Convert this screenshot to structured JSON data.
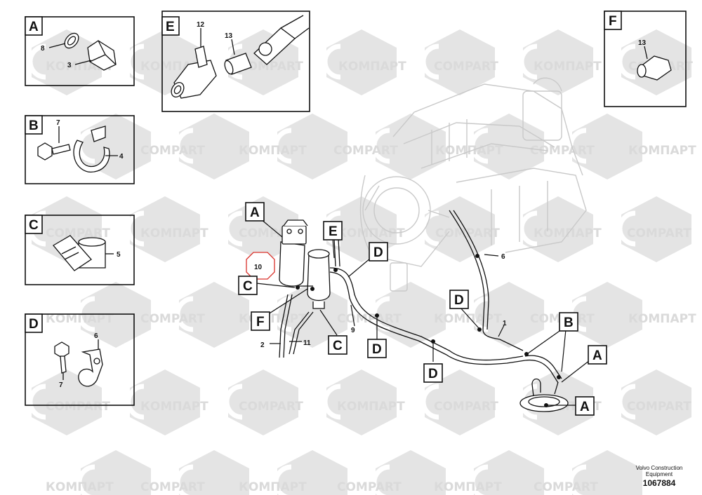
{
  "watermark": {
    "latin": "COMPART",
    "cyrillic": "КОМПАРТ"
  },
  "insets": [
    {
      "id": "A",
      "parts": [
        "8",
        "3"
      ]
    },
    {
      "id": "B",
      "parts": [
        "7",
        "4"
      ]
    },
    {
      "id": "C",
      "parts": [
        "5"
      ]
    },
    {
      "id": "D",
      "parts": [
        "6",
        "7"
      ]
    },
    {
      "id": "E",
      "parts": [
        "12",
        "13"
      ]
    },
    {
      "id": "F",
      "parts": [
        "13"
      ]
    }
  ],
  "callouts": [
    "A",
    "E",
    "D",
    "C",
    "F",
    "C",
    "D",
    "D",
    "D",
    "B",
    "A",
    "A"
  ],
  "part_numbers": [
    "10",
    "9",
    "2",
    "11",
    "1",
    "6"
  ],
  "footer": {
    "manufacturer_line1": "Volvo Construction",
    "manufacturer_line2": "Equipment",
    "drawing_number": "1067884"
  }
}
